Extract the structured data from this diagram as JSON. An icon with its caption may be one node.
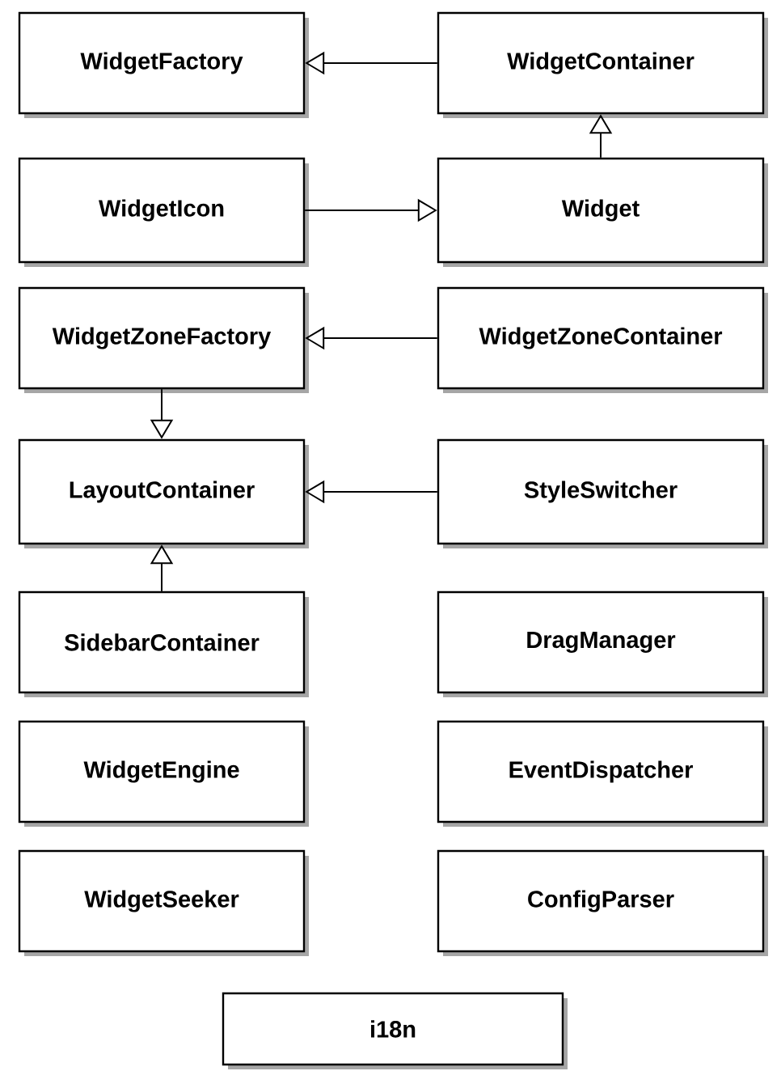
{
  "diagram": {
    "nodes": [
      {
        "text": [
          "WidgetFactory"
        ]
      },
      {
        "text": [
          "WidgetContainer"
        ]
      },
      {
        "text": [
          "WidgetIcon"
        ]
      },
      {
        "text": [
          "Widget"
        ]
      },
      {
        "text": [
          "WidgetZoneFactory"
        ]
      },
      {
        "text": [
          "WidgetZoneContainer"
        ]
      },
      {
        "text": [
          "LayoutContainer"
        ]
      },
      {
        "text": [
          "StyleSwitcher"
        ]
      },
      {
        "text": [
          "SidebarContainer"
        ]
      },
      {
        "text": [
          "DragManager"
        ]
      },
      {
        "text": [
          "WidgetEngine"
        ]
      },
      {
        "text": [
          "EventDispatcher"
        ]
      },
      {
        "text": [
          "WidgetSeeker"
        ]
      },
      {
        "text": [
          "ConfigParser"
        ]
      },
      {
        "text": [
          "i18n"
        ]
      }
    ],
    "edges": [
      {
        "from": 1,
        "to": 0,
        "arrow": "to"
      },
      {
        "from": 3,
        "to": 1,
        "arrow": "to"
      },
      {
        "from": 2,
        "to": 3,
        "arrow": "to"
      },
      {
        "from": 5,
        "to": 4,
        "arrow": "to"
      },
      {
        "from": 4,
        "to": 6,
        "arrow": "to"
      },
      {
        "from": 7,
        "to": 6,
        "arrow": "to"
      },
      {
        "from": 8,
        "to": 6,
        "arrow": "to"
      }
    ]
  }
}
